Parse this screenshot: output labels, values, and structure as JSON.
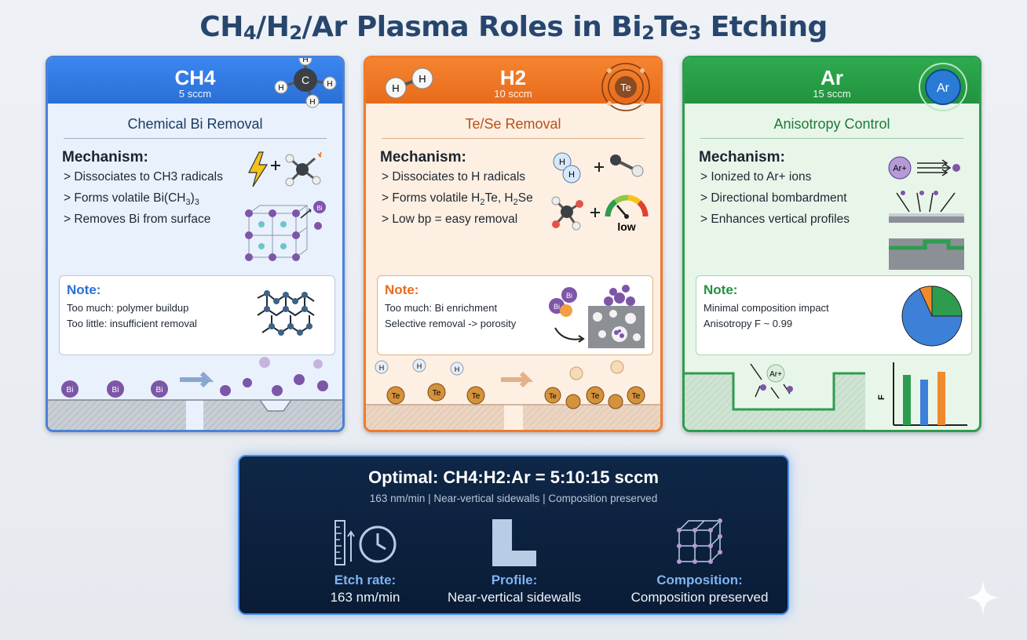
{
  "title": {
    "p1": "CH",
    "s1": "4",
    "p2": "/H",
    "s2": "2",
    "p3": "/Ar Plasma Roles in Bi",
    "s3": "2",
    "p4": "Te",
    "s4": "3",
    "p5": " Etching"
  },
  "cards": {
    "ch4": {
      "gas": "CH4",
      "flow": "5 sccm",
      "subtitle": "Chemical Bi Removal",
      "mechanism_label": "Mechanism:",
      "mech": [
        "Dissociates to CH3 radicals",
        "Forms volatile Bi(CH",
        "Removes Bi from surface"
      ],
      "mech2_sub": "3",
      "mech2_end": ")",
      "mech2_sub2": "3",
      "note_label": "Note:",
      "notes": [
        "Too much: polymer buildup",
        "Too little: insufficient removal"
      ],
      "atom": "Bi",
      "mol_center": "C",
      "mol_h": "H"
    },
    "h2": {
      "gas": "H2",
      "flow": "10 sccm",
      "subtitle": "Te/Se Removal",
      "mechanism_label": "Mechanism:",
      "mech": [
        "Dissociates to H radicals",
        "Forms volatile H",
        "Low bp = easy removal"
      ],
      "mech2_a": "2",
      "mech2_b": "Te, H",
      "mech2_c": "2",
      "mech2_d": "Se",
      "note_label": "Note:",
      "notes": [
        "Too much: Bi enrichment",
        "Selective removal -> porosity"
      ],
      "gauge_label": "low",
      "atom": "Te",
      "h": "H",
      "bi": "Bi"
    },
    "ar": {
      "gas": "Ar",
      "flow": "15 sccm",
      "subtitle": "Anisotropy Control",
      "mechanism_label": "Mechanism:",
      "mech": [
        "Ionized to Ar+ ions",
        "Directional bombardment",
        "Enhances vertical profiles"
      ],
      "note_label": "Note:",
      "notes": [
        "Minimal composition impact",
        "Anisotropy F ~ 0.99"
      ],
      "ion": "Ar+",
      "atom": "Ar",
      "f_axis": "F"
    }
  },
  "summary": {
    "title": "Optimal: CH4:H2:Ar = 5:10:15 sccm",
    "subtitle": "163 nm/min | Near-vertical sidewalls | Composition preserved",
    "metrics": [
      {
        "label": "Etch rate:",
        "value": "163 nm/min"
      },
      {
        "label": "Profile:",
        "value": "Near-vertical sidewalls"
      },
      {
        "label": "Composition:",
        "value": "Composition preserved"
      }
    ]
  },
  "colors": {
    "ch4": "#2a6fd6",
    "h2": "#e86b1c",
    "ar": "#22923f",
    "summary_bg": "#0f2747"
  }
}
